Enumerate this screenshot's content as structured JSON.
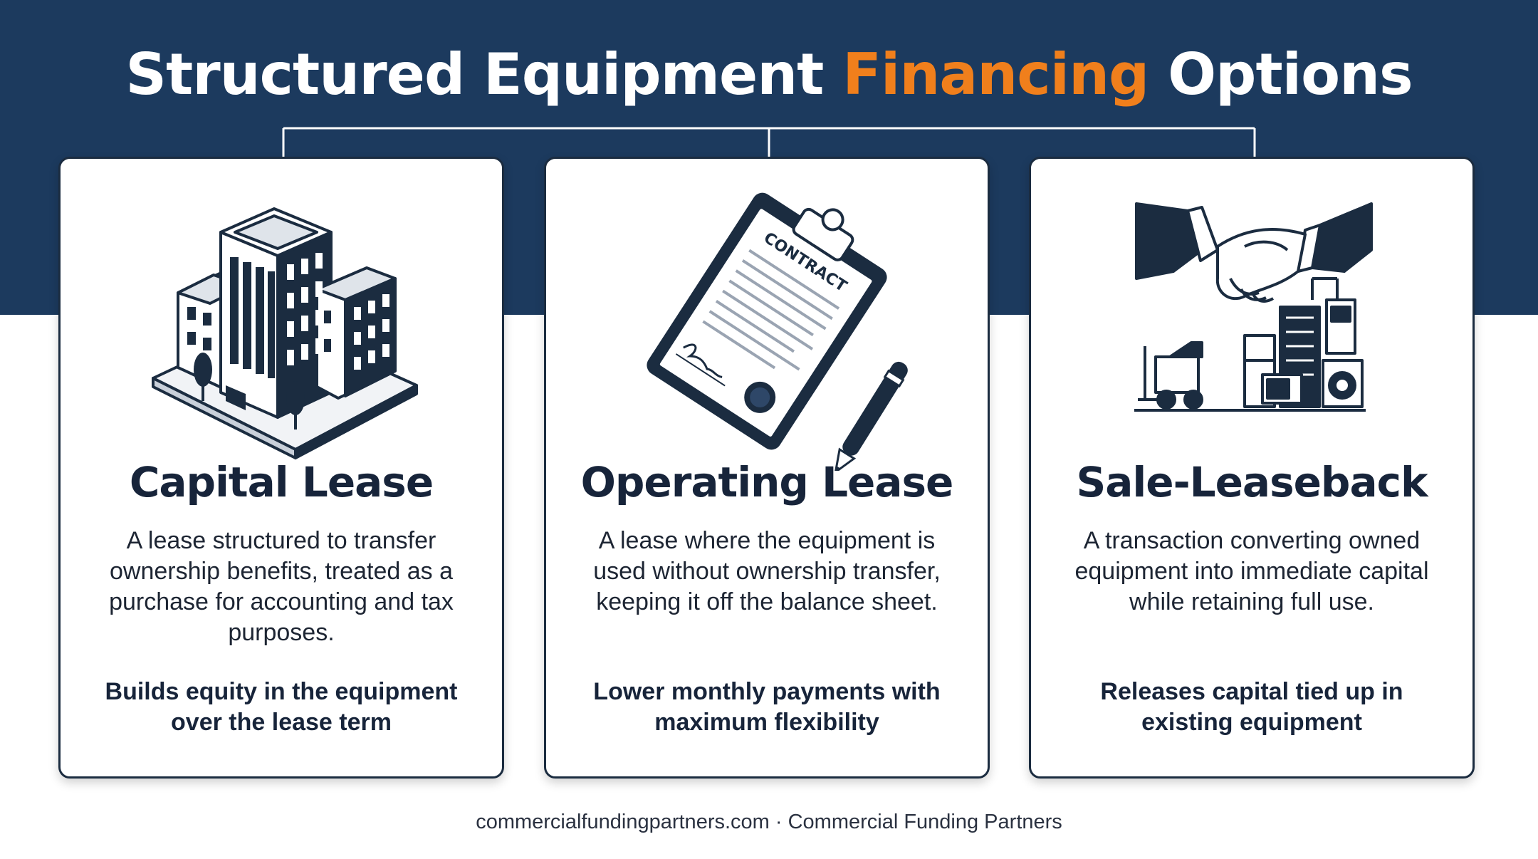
{
  "header": {
    "title_prefix": "Structured Equipment ",
    "title_accent": "Financing",
    "title_suffix": " Options",
    "accent_color": "#f07f1c",
    "band_color": "#1c3a5e"
  },
  "cards": [
    {
      "title": "Capital Lease",
      "description": "A lease structured to transfer ownership benefits, treated as a purchase for accounting and tax purposes.",
      "benefit": "Builds equity in the equipment over the lease term",
      "icon": "office-building-icon"
    },
    {
      "title": "Operating Lease",
      "description": "A lease where the equipment is used without ownership transfer, keeping it off the balance sheet.",
      "benefit": "Lower monthly payments with maximum flexibility",
      "icon": "contract-clipboard-icon",
      "contract_label": "CONTRACT"
    },
    {
      "title": "Sale-Leaseback",
      "description": "A transaction converting owned equipment into immediate capital while retaining full use.",
      "benefit": "Releases capital tied up in existing equipment",
      "icon": "handshake-equipment-icon"
    }
  ],
  "footer": {
    "text": "commercialfundingpartners.com · Commercial Funding Partners"
  }
}
